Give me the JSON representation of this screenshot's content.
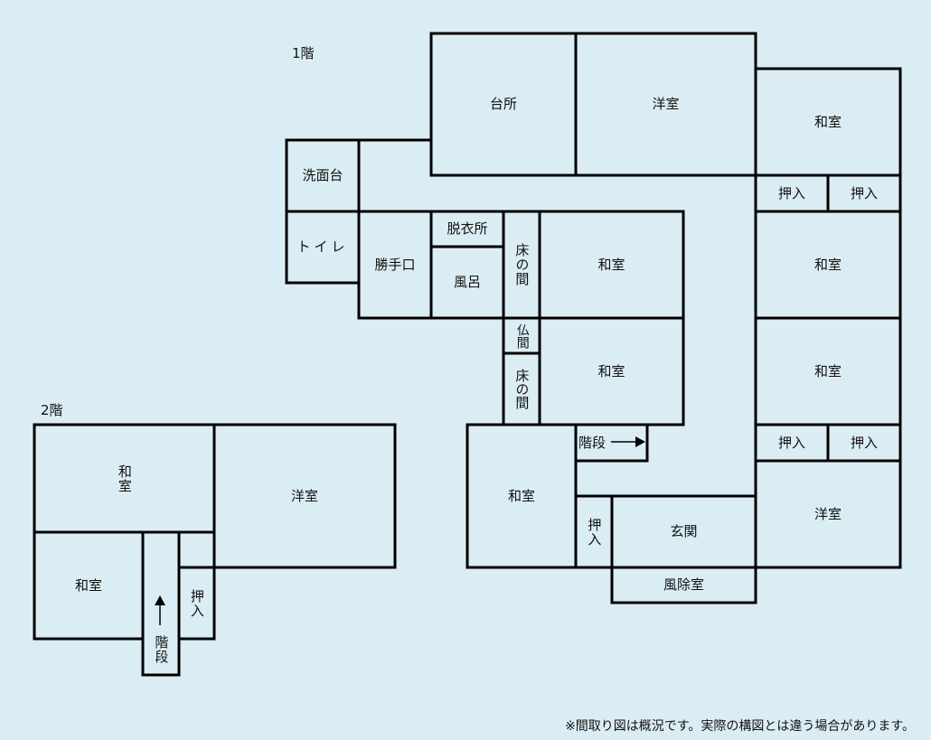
{
  "floor1": {
    "title": "1階",
    "rooms": {
      "kitchen": "台所",
      "western_top": "洋室",
      "japanese_ne": "和室",
      "closet_1": "押入",
      "closet_2": "押入",
      "japanese_e2": "和室",
      "japanese_e3": "和室",
      "closet_3": "押入",
      "closet_4": "押入",
      "western_se": "洋室",
      "washbasin": "洗面台",
      "toilet": "トイレ",
      "back_door": "勝手口",
      "dressing": "脱衣所",
      "bath": "風呂",
      "alcove_1": "床の間",
      "japanese_c1": "和室",
      "altar_room": "仏間",
      "alcove_2": "床の間",
      "japanese_c2": "和室",
      "japanese_s": "和室",
      "stairs": "階段",
      "closet_5": "押入",
      "entrance": "玄関",
      "windbreak": "風除室"
    }
  },
  "floor2": {
    "title": "2階",
    "rooms": {
      "japanese_top": "和室",
      "western": "洋室",
      "japanese_bottom": "和室",
      "stairs": "階段",
      "closet": "押入"
    }
  },
  "note": "※間取り図は概況です。実際の構図とは違う場合があります。"
}
